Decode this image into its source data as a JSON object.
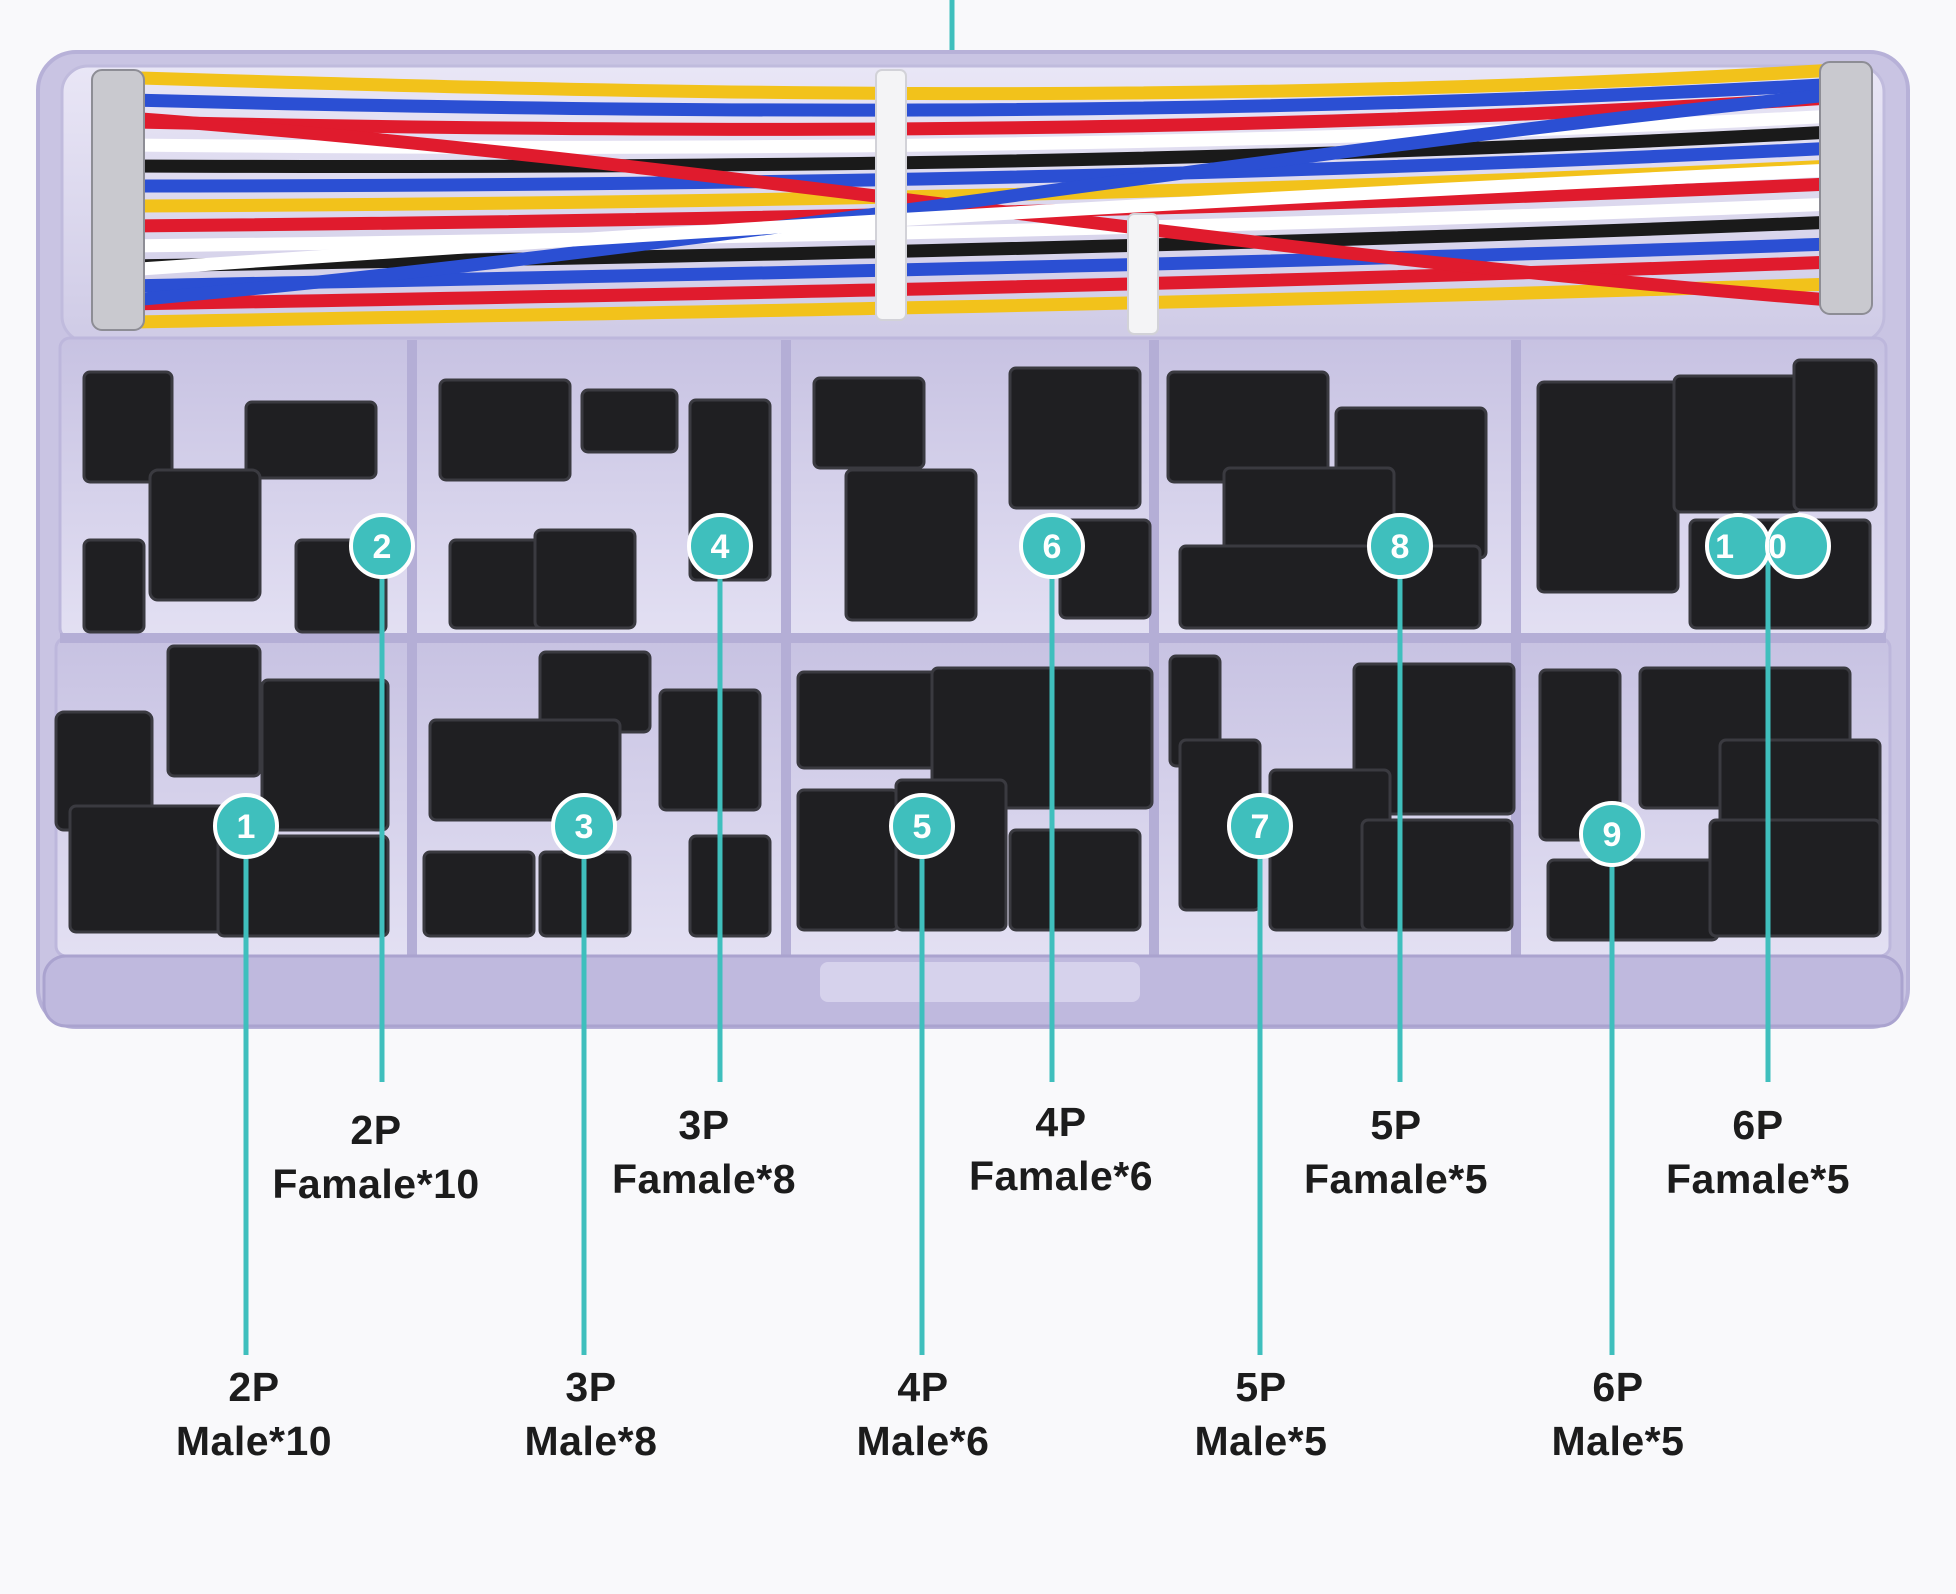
{
  "colors": {
    "accent": "#3fbfbd",
    "label_text": "#1c1c1c",
    "box": "#d7d3ec",
    "connector": "#1f1f22"
  },
  "callouts": [
    {
      "number": "1",
      "size": "2P",
      "type": "Male*10"
    },
    {
      "number": "2",
      "size": "2P",
      "type": "Famale*10"
    },
    {
      "number": "3",
      "size": "3P",
      "type": "Male*8"
    },
    {
      "number": "4",
      "size": "3P",
      "type": "Famale*8"
    },
    {
      "number": "5",
      "size": "4P",
      "type": "Male*6"
    },
    {
      "number": "6",
      "size": "4P",
      "type": "Famale*6"
    },
    {
      "number": "7",
      "size": "5P",
      "type": "Male*5"
    },
    {
      "number": "8",
      "size": "5P",
      "type": "Famale*5"
    },
    {
      "number": "9",
      "size": "6P",
      "type": "Male*5"
    },
    {
      "number": "10",
      "size": "6P",
      "type": "Famale*5"
    }
  ]
}
